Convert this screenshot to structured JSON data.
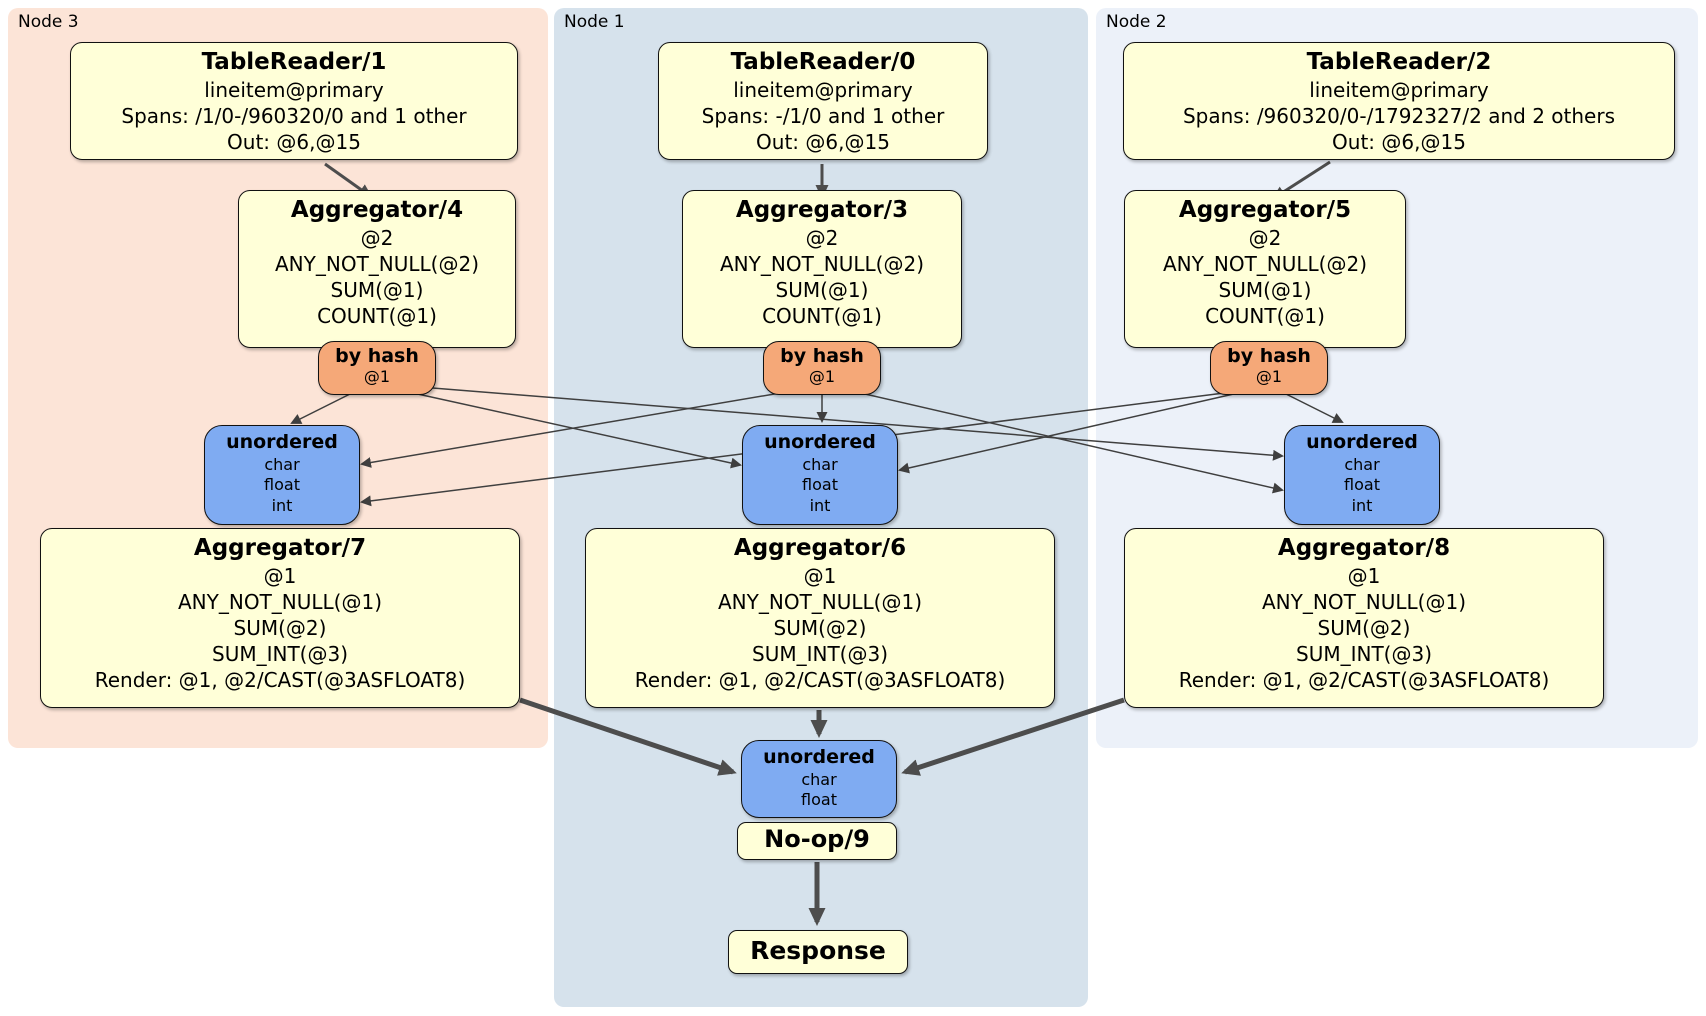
{
  "diagram_title": "distsql-plan",
  "colors": {
    "node3_bg": "#fce4d7",
    "node1_bg": "#d6e2ec",
    "node2_bg": "#ecf1f9",
    "processor_box": "#ffffd8",
    "router_box": "#f5a878",
    "sync_box": "#7fabf2",
    "edge": "#4d4d4d"
  },
  "nodes": [
    {
      "label": "Node 3",
      "table_reader": {
        "title": "TableReader/1",
        "index": "lineitem@primary",
        "spans": "Spans: /1/0-/960320/0 and 1 other",
        "out": "Out: @6,@15"
      },
      "aggregator_top": {
        "title": "Aggregator/4",
        "lines": [
          "@2",
          "ANY_NOT_NULL(@2)",
          "SUM(@1)",
          "COUNT(@1)"
        ]
      },
      "router": {
        "title": "by hash",
        "detail": "@1"
      },
      "sync": {
        "title": "unordered",
        "lines": [
          "char",
          "float",
          "int"
        ]
      },
      "aggregator_bottom": {
        "title": "Aggregator/7",
        "lines": [
          "@1",
          "ANY_NOT_NULL(@1)",
          "SUM(@2)",
          "SUM_INT(@3)",
          "Render: @1, @2/CAST(@3ASFLOAT8)"
        ]
      }
    },
    {
      "label": "Node 1",
      "table_reader": {
        "title": "TableReader/0",
        "index": "lineitem@primary",
        "spans": "Spans: -/1/0 and 1 other",
        "out": "Out: @6,@15"
      },
      "aggregator_top": {
        "title": "Aggregator/3",
        "lines": [
          "@2",
          "ANY_NOT_NULL(@2)",
          "SUM(@1)",
          "COUNT(@1)"
        ]
      },
      "router": {
        "title": "by hash",
        "detail": "@1"
      },
      "sync": {
        "title": "unordered",
        "lines": [
          "char",
          "float",
          "int"
        ]
      },
      "aggregator_bottom": {
        "title": "Aggregator/6",
        "lines": [
          "@1",
          "ANY_NOT_NULL(@1)",
          "SUM(@2)",
          "SUM_INT(@3)",
          "Render: @1, @2/CAST(@3ASFLOAT8)"
        ]
      }
    },
    {
      "label": "Node 2",
      "table_reader": {
        "title": "TableReader/2",
        "index": "lineitem@primary",
        "spans": "Spans: /960320/0-/1792327/2 and 2 others",
        "out": "Out: @6,@15"
      },
      "aggregator_top": {
        "title": "Aggregator/5",
        "lines": [
          "@2",
          "ANY_NOT_NULL(@2)",
          "SUM(@1)",
          "COUNT(@1)"
        ]
      },
      "router": {
        "title": "by hash",
        "detail": "@1"
      },
      "sync": {
        "title": "unordered",
        "lines": [
          "char",
          "float",
          "int"
        ]
      },
      "aggregator_bottom": {
        "title": "Aggregator/8",
        "lines": [
          "@1",
          "ANY_NOT_NULL(@1)",
          "SUM(@2)",
          "SUM_INT(@3)",
          "Render: @1, @2/CAST(@3ASFLOAT8)"
        ]
      }
    }
  ],
  "final": {
    "sync": {
      "title": "unordered",
      "lines": [
        "char",
        "float"
      ]
    },
    "noop_label": "No-op/9",
    "response_label": "Response"
  }
}
